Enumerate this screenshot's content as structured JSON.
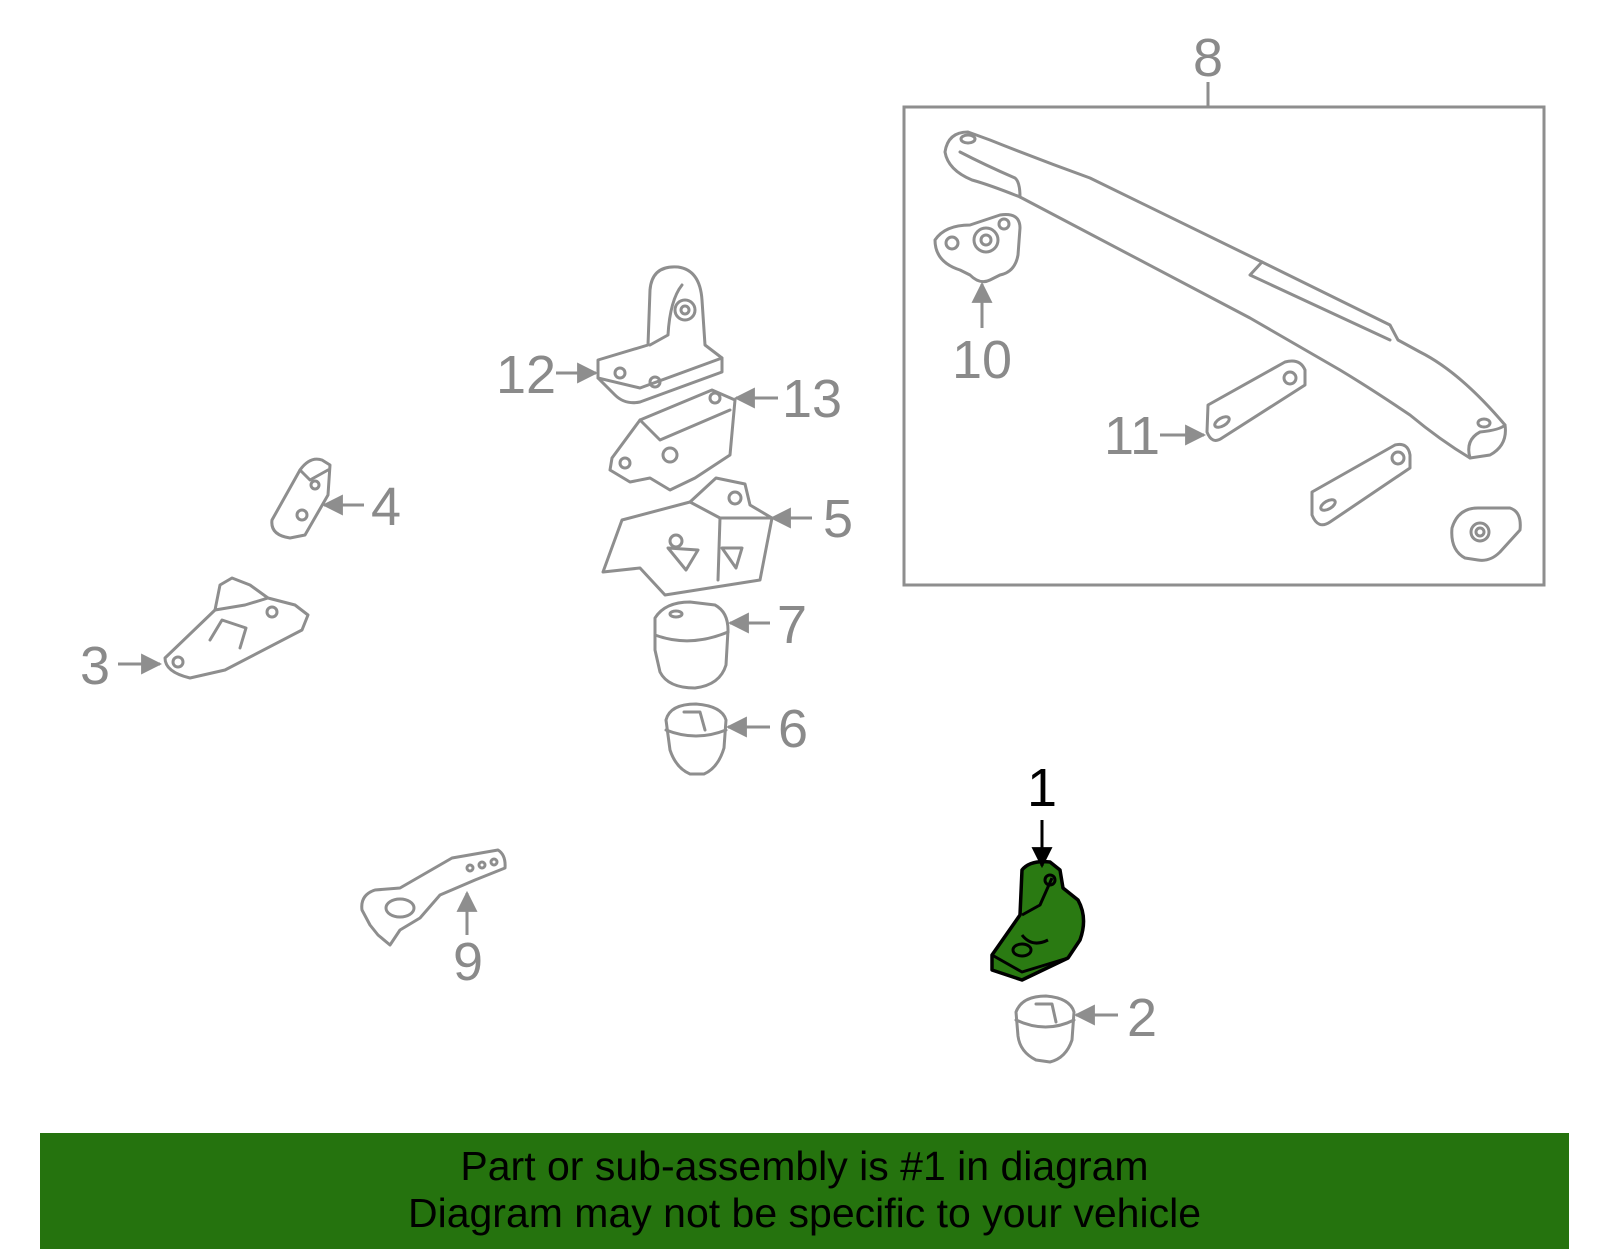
{
  "callouts": {
    "c1": "1",
    "c2": "2",
    "c3": "3",
    "c4": "4",
    "c5": "5",
    "c6": "6",
    "c7": "7",
    "c8": "8",
    "c9": "9",
    "c10": "10",
    "c11": "11",
    "c12": "12",
    "c13": "13"
  },
  "highlighted_part": "1",
  "colors": {
    "highlight": "#2a7a12",
    "banner": "#25730e",
    "outline": "#8e8e8e"
  },
  "footer": {
    "line1": "Part or sub-assembly is #1 in diagram",
    "line2": "Diagram may not be specific to your vehicle"
  }
}
